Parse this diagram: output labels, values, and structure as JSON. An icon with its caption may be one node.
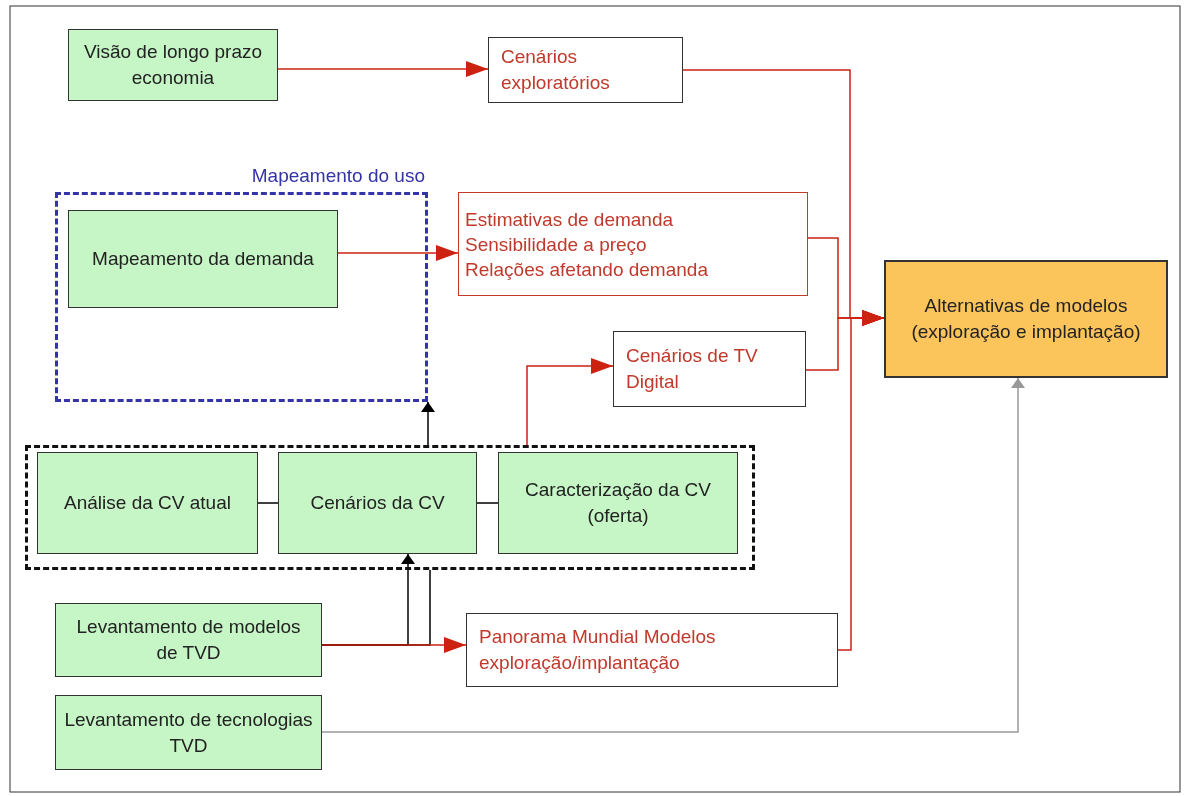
{
  "diagram": {
    "nodes": [
      {
        "text": [
          "Visão de longo prazo economia"
        ]
      },
      {
        "text": [
          "Cenários exploratórios"
        ]
      },
      {
        "text": [
          "Mapeamento do uso"
        ]
      },
      {
        "text": [
          "Mapeamento da demanda"
        ],
        "in": 2
      },
      {
        "text": [
          "Estimativas de demanda",
          "Sensibilidade a preço",
          "Relações afetando demanda"
        ]
      },
      {
        "text": [
          "Cenários de TV Digital"
        ]
      },
      {
        "text": [],
        "shape": "box"
      },
      {
        "text": [
          "Análise da CV atual"
        ],
        "in": 6
      },
      {
        "text": [
          "Cenários da CV"
        ],
        "in": 6
      },
      {
        "text": [
          "Caracterização da CV (oferta)"
        ],
        "in": 6
      },
      {
        "text": [
          "Levantamento de modelos de TVD"
        ]
      },
      {
        "text": [
          "Panorama Mundial Modelos exploração/implantação"
        ]
      },
      {
        "text": [
          "Levantamento de tecnologias TVD"
        ]
      },
      {
        "text": [
          "Alternativas de modelos (exploração e implantação)"
        ]
      }
    ],
    "edges": [
      {
        "from": 0,
        "to": 1,
        "arrow": "to"
      },
      {
        "from": 3,
        "to": 4,
        "arrow": "to"
      },
      {
        "from": 6,
        "to": 2,
        "arrow": "to",
        "color": "#000000"
      },
      {
        "from": 6,
        "to": 5,
        "arrow": "to"
      },
      {
        "from": 7,
        "to": 8,
        "arrow": "none",
        "color": "#000000"
      },
      {
        "from": 8,
        "to": 9,
        "arrow": "none",
        "color": "#000000"
      },
      {
        "from": 10,
        "to": 11,
        "arrow": "to"
      },
      {
        "from": 10,
        "to": 8,
        "arrow": "to",
        "color": "#000000"
      },
      {
        "from": 10,
        "to": 6,
        "arrow": "none",
        "color": "#000000"
      },
      {
        "from": 1,
        "to": 13,
        "arrow": "to"
      },
      {
        "from": 4,
        "to": 13,
        "arrow": "to"
      },
      {
        "from": 5,
        "to": 13,
        "arrow": "to"
      },
      {
        "from": 11,
        "to": 13,
        "arrow": "to"
      },
      {
        "from": 12,
        "to": 13,
        "arrow": "to",
        "color": "#999999"
      }
    ]
  }
}
